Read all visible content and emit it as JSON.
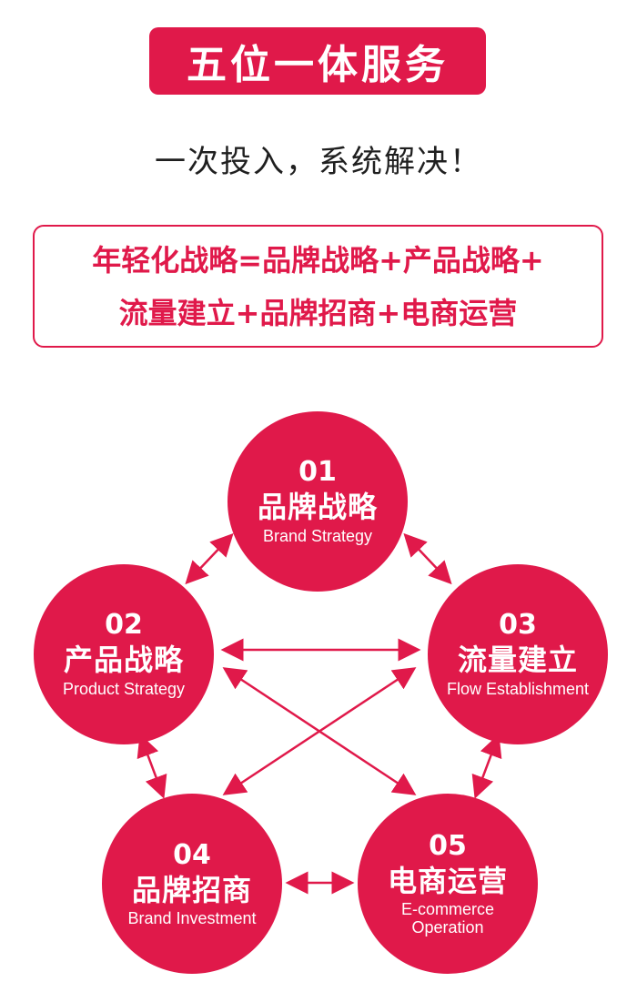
{
  "header": {
    "title": "五位一体服务",
    "subtitle": "一次投入，系统解决！"
  },
  "formula": {
    "line1": "年轻化战略=品牌战略+产品战略+",
    "line2": "流量建立+品牌招商+电商运营"
  },
  "nodes": [
    {
      "id": "01",
      "cn": "品牌战略",
      "en": "Brand Strategy"
    },
    {
      "id": "02",
      "cn": "产品战略",
      "en": "Product Strategy"
    },
    {
      "id": "03",
      "cn": "流量建立",
      "en": "Flow Establishment"
    },
    {
      "id": "04",
      "cn": "品牌招商",
      "en": "Brand Investment"
    },
    {
      "id": "05",
      "cn": "电商运营",
      "en": "E-commerce Operation"
    }
  ],
  "colors": {
    "accent": "#e0194a",
    "text": "#1f1f1f",
    "background": "#ffffff"
  }
}
